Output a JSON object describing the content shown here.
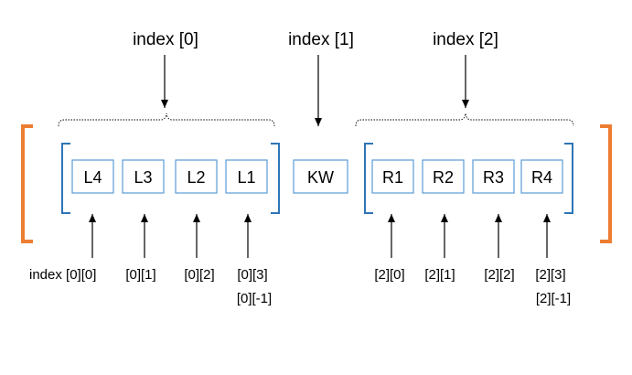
{
  "diagram": {
    "top_labels": [
      "index [0]",
      "index [1]",
      "index [2]"
    ],
    "keyword_box": "KW",
    "left_group": {
      "boxes": [
        "L4",
        "L3",
        "L2",
        "L1"
      ],
      "indices": [
        "index [0][0]",
        "[0][1]",
        "[0][2]",
        "[0][3]"
      ],
      "negative_index": "[0][-1]"
    },
    "right_group": {
      "boxes": [
        "R1",
        "R2",
        "R3",
        "R4"
      ],
      "indices": [
        "[2][0]",
        "[2][1]",
        "[2][2]",
        "[2][3]"
      ],
      "negative_index": "[2][-1]"
    },
    "colors": {
      "box_border": "#5b9bd5",
      "inner_bracket": "#2e75b6",
      "outer_bracket": "#ed7d31",
      "arrow": "#000000"
    }
  }
}
